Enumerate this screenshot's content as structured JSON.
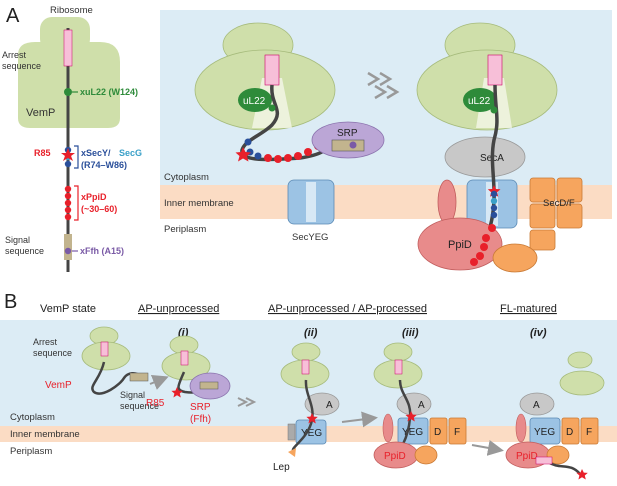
{
  "panel_a": {
    "letter": "A",
    "ribosome_label": "Ribosome",
    "arrest_label_line1": "Arrest",
    "arrest_label_line2": "sequence",
    "vemp_label": "VemP",
    "xul22_label": "xuL22 (W124)",
    "r85_label": "R85",
    "xsecy_part1": "xSecY/",
    "xsecy_part2": "SecG",
    "xsecy_range": "(R74–W86)",
    "xppid_label": "xPpiD",
    "xppid_range": "(~30–60)",
    "signal_label_line1": "Signal",
    "signal_label_line2": "sequence",
    "xffh_label": "xFfh (A15)",
    "ul22_left": "uL22",
    "ul22_right": "uL22",
    "srp_label": "SRP",
    "seca_label": "SecA",
    "secdf_label": "SecD/F",
    "ppid_label": "PpiD",
    "secyeg_label": "SecYEG",
    "cytoplasm_label": "Cytoplasm",
    "inner_membrane_label": "Inner membrane",
    "periplasm_label": "Periplasm"
  },
  "panel_b": {
    "letter": "B",
    "vemp_state_label": "VemP state",
    "ap_unprocessed": "AP-unprocessed",
    "ap_both": "AP-unprocessed / AP-processed",
    "fl_matured": "FL-matured",
    "stage_i": "(i)",
    "stage_ii": "(ii)",
    "stage_iii": "(iii)",
    "stage_iv": "(iv)",
    "arrest_line1": "Arrest",
    "arrest_line2": "sequence",
    "vemp_label": "VemP",
    "signal_line1": "Signal",
    "signal_line2": "sequence",
    "r85_label": "R85",
    "srp_label": "SRP",
    "ffh_label": "(Ffh)",
    "a_label_ii": "A",
    "a_label_iii": "A",
    "a_label_iv": "A",
    "yeg_ii": "YEG",
    "yeg_iii": "YEG",
    "yeg_iv": "YEG",
    "d_iii": "D",
    "f_iii": "F",
    "d_iv": "D",
    "f_iv": "F",
    "ppid_iii": "PpiD",
    "ppid_iv": "PpiD",
    "lep_label": "Lep",
    "cytoplasm_label": "Cytoplasm",
    "inner_membrane_label": "Inner membrane",
    "periplasm_label": "Periplasm"
  },
  "colors": {
    "ribosome_green": "#cfdfaa",
    "ribosome_dark_green": "#2e8b3a",
    "cytoplasm_blue": "#dcecf5",
    "membrane_peach": "#fbdcc4",
    "arrest_pink": "#f7bfd8",
    "residue_red": "#e8202a",
    "secy_blue": "#9cc3e4",
    "srp_purple": "#bba6d6",
    "ffh_purple": "#7a5aa6",
    "seca_gray": "#c8c8c8",
    "secdf_orange": "#f6a55e",
    "ppid_pink": "#e88b8b",
    "signal_tan": "#c2b48e",
    "text_green": "#2e8b3a",
    "text_red": "#e8202a",
    "text_blue": "#2a4f9a",
    "text_cyan": "#3aa0c8",
    "text_purple": "#7a5aa6"
  }
}
